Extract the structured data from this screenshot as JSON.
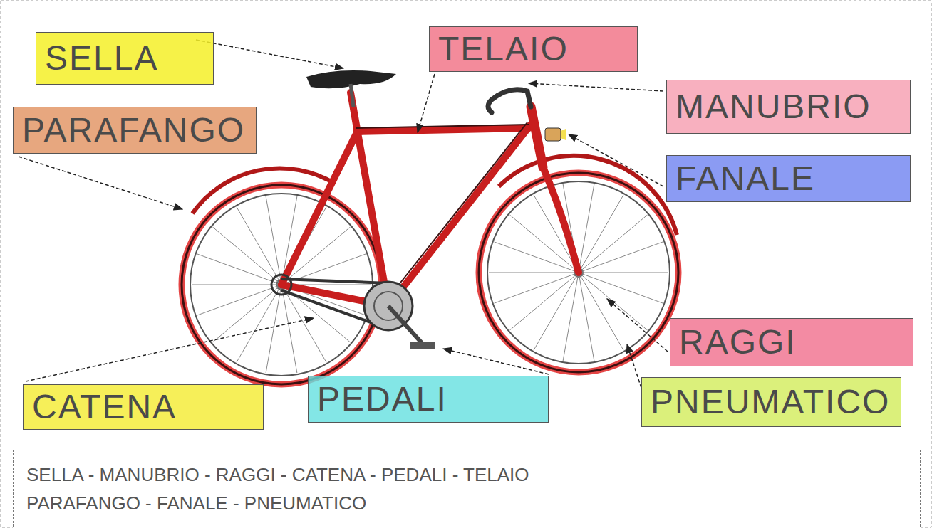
{
  "diagram": {
    "nodes": [
      {
        "text": [
          "SELLA"
        ]
      },
      {
        "text": [
          "TELAIO"
        ]
      },
      {
        "text": [
          "MANUBRIO"
        ]
      },
      {
        "text": [
          "PARAFANGO"
        ]
      },
      {
        "text": [
          "FANALE"
        ]
      },
      {
        "text": [
          "RAGGI"
        ]
      },
      {
        "text": [
          "PNEUMATICO"
        ]
      },
      {
        "text": [
          "CATENA"
        ]
      },
      {
        "text": [
          "PEDALI"
        ]
      },
      {
        "text": [
          "SELLA - MANUBRIO - RAGGI - CATENA - PEDALI - TELAIO",
          "PARAFANGO - FANALE - PNEUMATICO"
        ]
      }
    ]
  }
}
